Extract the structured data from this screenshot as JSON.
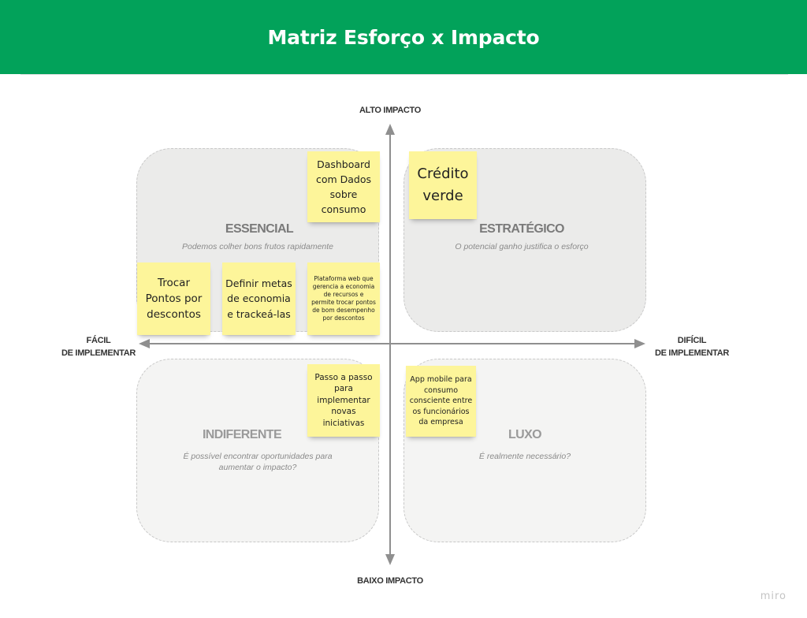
{
  "header": {
    "title": "Matriz Esforço x Impacto"
  },
  "axes": {
    "top": "ALTO IMPACTO",
    "bottom": "BAIXO IMPACTO",
    "left_line1": "FÁCIL",
    "left_line2": "DE IMPLEMENTAR",
    "right_line1": "DIFÍCIL",
    "right_line2": "DE IMPLEMENTAR"
  },
  "quadrants": {
    "essencial": {
      "title": "ESSENCIAL",
      "subtitle": "Podemos colher bons frutos rapidamente"
    },
    "estrategico": {
      "title": "ESTRATÉGICO",
      "subtitle": "O potencial ganho justifica o esforço"
    },
    "indiferente": {
      "title": "INDIFERENTE",
      "subtitle_line1": "É possível encontrar oportunidades para",
      "subtitle_line2": "aumentar o impacto?"
    },
    "luxo": {
      "title": "LUXO",
      "subtitle": "É realmente necessário?"
    }
  },
  "notes": {
    "dashboard": "Dashboard com Dados sobre consumo",
    "credito": "Crédito verde",
    "trocar": "Trocar Pontos por descontos",
    "definir": "Definir metas de economia e trackeá-las",
    "plataforma": "Plataforma web que gerencia a economia de recursos e permite trocar pontos de bom desempenho por descontos",
    "passo": "Passo a passo para implementar novas iniciativas",
    "app": "App mobile para consumo consciente entre os funcionários da empresa"
  },
  "colors": {
    "header": "#02a25a",
    "note": "#fdf59a",
    "quadrant_top": "#ebebea",
    "quadrant_bottom": "#f4f4f3"
  },
  "watermark": "miro"
}
